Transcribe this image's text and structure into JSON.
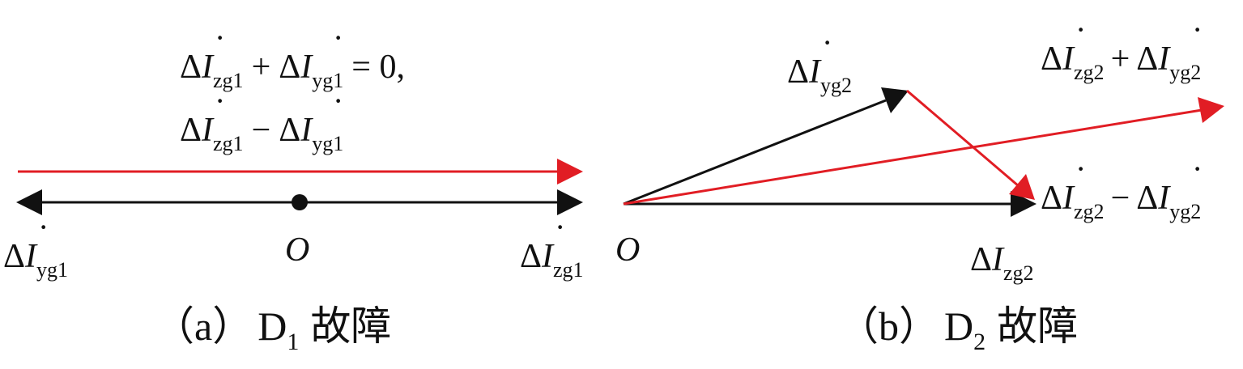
{
  "colors": {
    "black": "#111111",
    "red": "#e11d24"
  },
  "symbols": {
    "delta": "Δ",
    "current": "I",
    "dot": "·",
    "plus": "+",
    "minus": "−",
    "origin": "O"
  },
  "subscripts": {
    "zg1": "zg1",
    "yg1": "yg1",
    "zg2": "zg2",
    "yg2": "yg2"
  },
  "panel_a": {
    "eq_sum_tail": "= 0,",
    "caption": {
      "open": "（a）",
      "d": "D",
      "sub": "1",
      "text": "故障"
    }
  },
  "panel_b": {
    "caption": {
      "open": "（b）",
      "d": "D",
      "sub": "2",
      "text": "故障"
    }
  }
}
